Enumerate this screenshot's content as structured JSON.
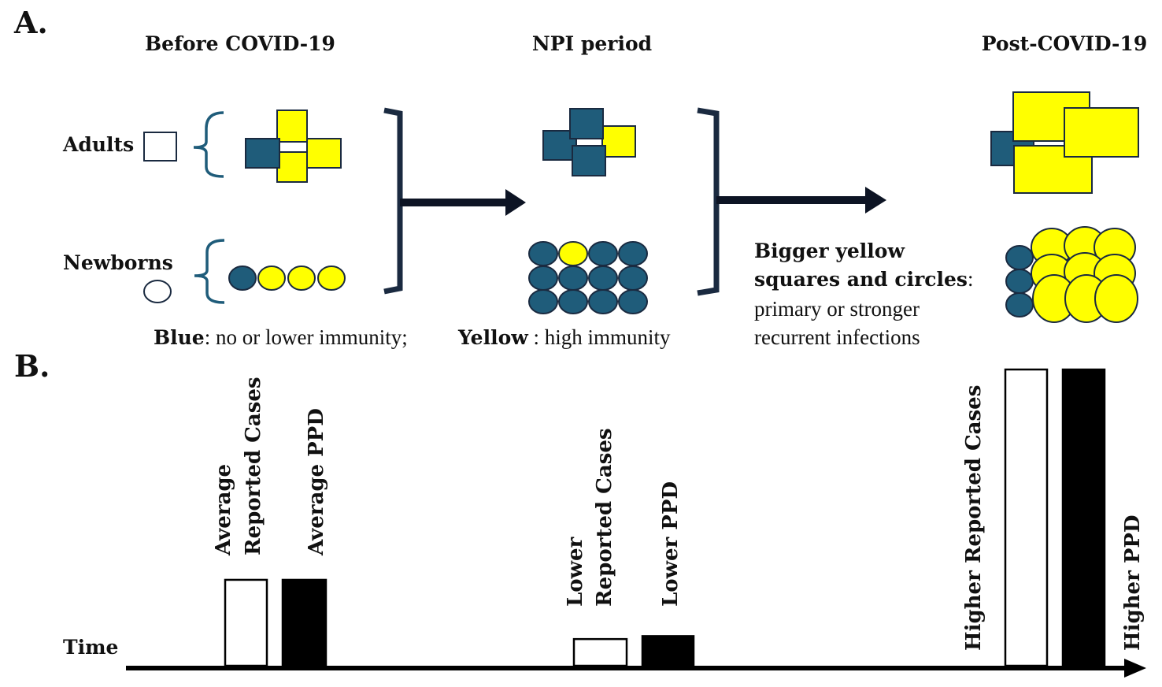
{
  "panel_a": {
    "label": "A.",
    "stages": {
      "before": "Before COVID-19",
      "npi": "NPI period",
      "post": "Post-COVID-19"
    },
    "groups": {
      "adults": "Adults",
      "newborns": "Newborns"
    },
    "legend": {
      "blue_term": "Blue",
      "blue_desc": ": no or lower immunity;",
      "yellow_term": "Yellow",
      "yellow_desc": " : high immunity"
    },
    "note": {
      "bold_line1": "Bigger  yellow",
      "bold_line2": "squares  and  circles",
      "line2_suffix": ":",
      "line3": "primary  or stronger",
      "line4": "recurrent  infections"
    },
    "colors": {
      "blue": "#1f5c7a",
      "yellow": "#ffff00",
      "bracket": "#1a2a40",
      "arrow": "#0d1424",
      "outline": "#1a2a40"
    }
  },
  "panel_b": {
    "label": "B.",
    "axis_label": "Time",
    "bars": [
      {
        "label_lines": [
          "Average",
          "Reported Cases"
        ],
        "relative_height": 0.29,
        "fill": "white"
      },
      {
        "label_lines": [
          "Average PPD"
        ],
        "relative_height": 0.29,
        "fill": "black"
      },
      {
        "label_lines": [
          "Lower",
          "Reported Cases"
        ],
        "relative_height": 0.09,
        "fill": "white"
      },
      {
        "label_lines": [
          "Lower PPD"
        ],
        "relative_height": 0.1,
        "fill": "black"
      },
      {
        "label_lines": [
          "Higher  Reported Cases"
        ],
        "relative_height": 1.0,
        "fill": "white"
      },
      {
        "label_lines": [
          "Higher  PPD"
        ],
        "relative_height": 1.0,
        "fill": "black"
      }
    ]
  }
}
